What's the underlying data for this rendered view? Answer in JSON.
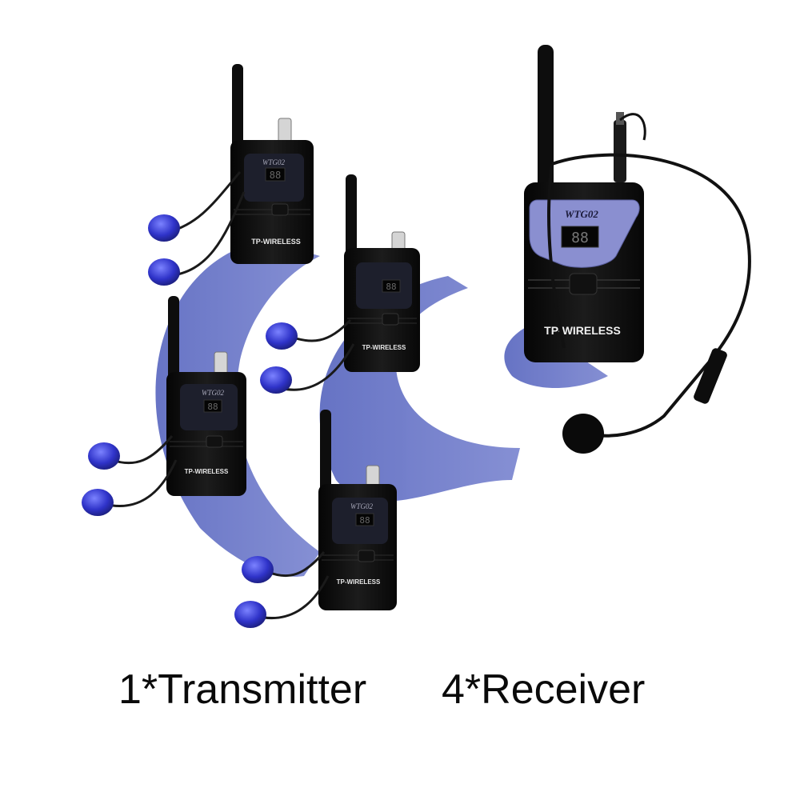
{
  "captions": {
    "transmitter": "1*Transmitter",
    "receiver": "4*Receiver"
  },
  "devices": {
    "transmitter": {
      "model": "WTG02",
      "brand": "TP-WIRELESS",
      "display": "88"
    },
    "receiver": {
      "model": "WTG02",
      "brand": "TP-WIRELESS",
      "display": "88"
    }
  },
  "colors": {
    "wave": "#6b78c6",
    "body": "#141414",
    "accent": "#8a8fd0",
    "earbud": "#3b3fd8"
  },
  "icons": [
    "antenna-icon",
    "headset-microphone-icon",
    "earphone-icon",
    "signal-wave-icon"
  ]
}
